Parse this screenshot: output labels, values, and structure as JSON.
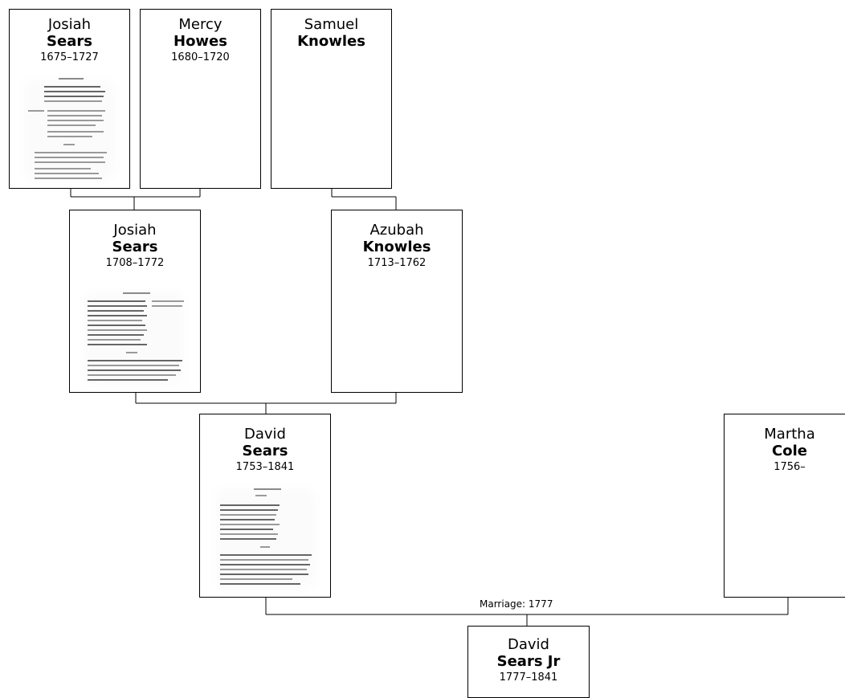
{
  "people": {
    "josiah_sears_1675": {
      "given": "Josiah",
      "surname": "Sears",
      "dates": "1675–1727",
      "has_image": true
    },
    "mercy_howes": {
      "given": "Mercy",
      "surname": "Howes",
      "dates": "1680–1720",
      "has_image": false
    },
    "samuel_knowles": {
      "given": "Samuel",
      "surname": "Knowles",
      "dates": "",
      "has_image": false
    },
    "josiah_sears_1708": {
      "given": "Josiah",
      "surname": "Sears",
      "dates": "1708–1772",
      "has_image": true
    },
    "azubah_knowles": {
      "given": "Azubah",
      "surname": "Knowles",
      "dates": "1713–1762",
      "has_image": false
    },
    "david_sears": {
      "given": "David",
      "surname": "Sears",
      "dates": "1753–1841",
      "has_image": true
    },
    "martha_cole": {
      "given": "Martha",
      "surname": "Cole",
      "dates": "1756–",
      "has_image": false
    },
    "david_sears_jr": {
      "given": "David",
      "surname": "Sears Jr",
      "dates": "1777–1841",
      "has_image": false
    }
  },
  "marriages": {
    "david_martha": {
      "label": "Marriage: 1777"
    }
  }
}
